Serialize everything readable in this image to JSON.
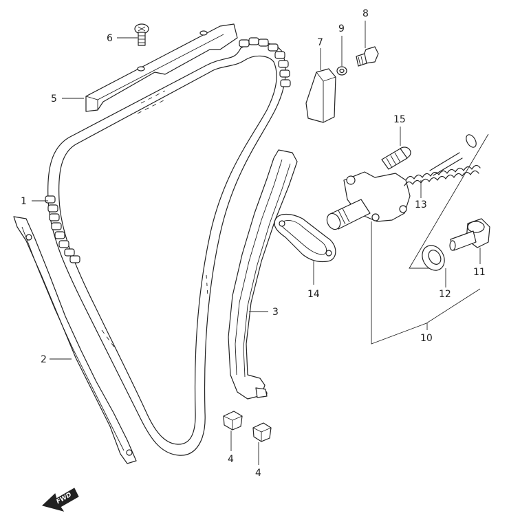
{
  "callouts": [
    {
      "id": "1",
      "label": "1"
    },
    {
      "id": "2",
      "label": "2"
    },
    {
      "id": "3",
      "label": "3"
    },
    {
      "id": "4a",
      "label": "4"
    },
    {
      "id": "4b",
      "label": "4"
    },
    {
      "id": "5",
      "label": "5"
    },
    {
      "id": "6",
      "label": "6"
    },
    {
      "id": "7",
      "label": "7"
    },
    {
      "id": "8",
      "label": "8"
    },
    {
      "id": "9",
      "label": "9"
    },
    {
      "id": "10",
      "label": "10"
    },
    {
      "id": "11",
      "label": "11"
    },
    {
      "id": "12",
      "label": "12"
    },
    {
      "id": "13",
      "label": "13"
    },
    {
      "id": "14",
      "label": "14"
    },
    {
      "id": "15",
      "label": "15"
    }
  ],
  "fwd_label": "FWD",
  "parts": {
    "cam_chain": "cam-chain",
    "rear_guide": "rear-chain-guide",
    "front_guide": "front-chain-guide",
    "guide_cushions": "guide-cushion",
    "top_guide": "top-chain-guide",
    "top_guide_screw": "screw",
    "guide_pad": "chain-guide-pad",
    "bolt": "bolt",
    "washer": "washer",
    "tensioner_assembly": "tensioner-assembly",
    "tensioner_cap_bolt": "cap-bolt",
    "tensioner_gasket_small": "gasket",
    "spring": "spring",
    "tensioner_gasket": "tensioner-gasket",
    "tensioner_bolt": "bolt"
  }
}
